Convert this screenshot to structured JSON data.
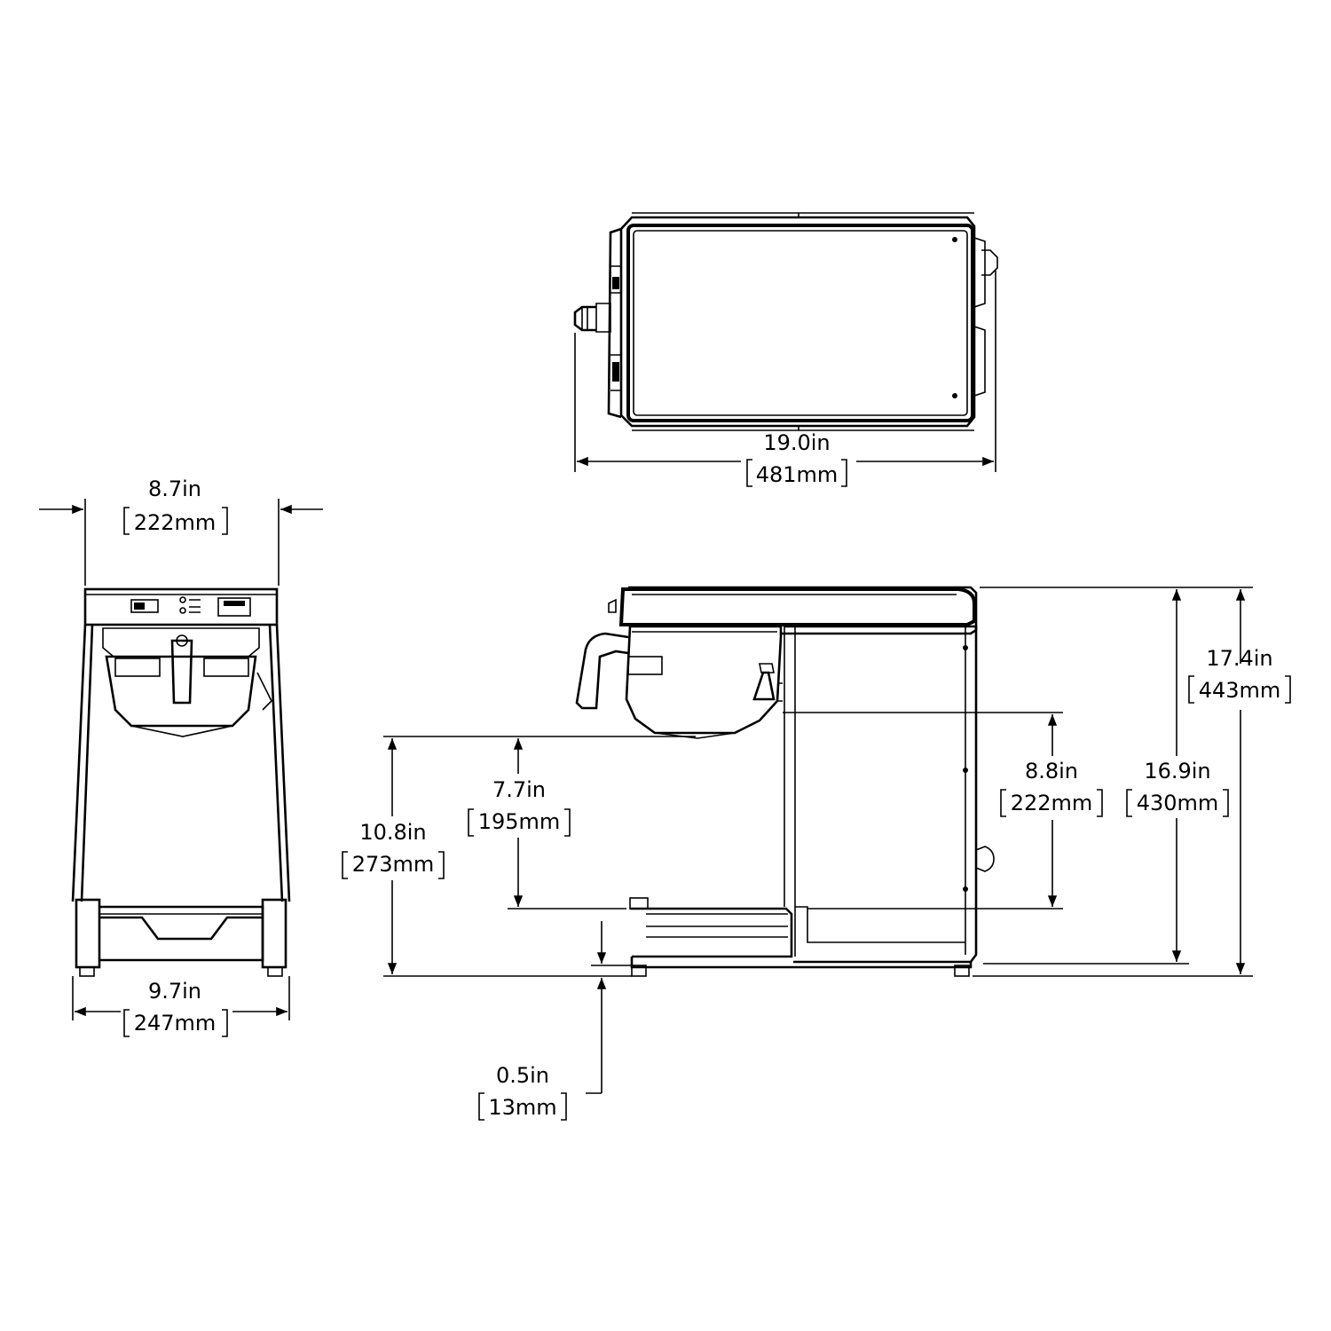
{
  "dimensions": {
    "top_width": {
      "inch": "19.0in",
      "mm": "481mm"
    },
    "front_width": {
      "inch": "8.7in",
      "mm": "222mm"
    },
    "front_base": {
      "inch": "9.7in",
      "mm": "247mm"
    },
    "overall_height": {
      "inch": "17.4in",
      "mm": "443mm"
    },
    "body_height": {
      "inch": "16.9in",
      "mm": "430mm"
    },
    "clearance": {
      "inch": "8.8in",
      "mm": "222mm"
    },
    "funnel_height": {
      "inch": "7.7in",
      "mm": "195mm"
    },
    "base_to_funnel": {
      "inch": "10.8in",
      "mm": "273mm"
    },
    "foot_height": {
      "inch": "0.5in",
      "mm": "13mm"
    }
  }
}
